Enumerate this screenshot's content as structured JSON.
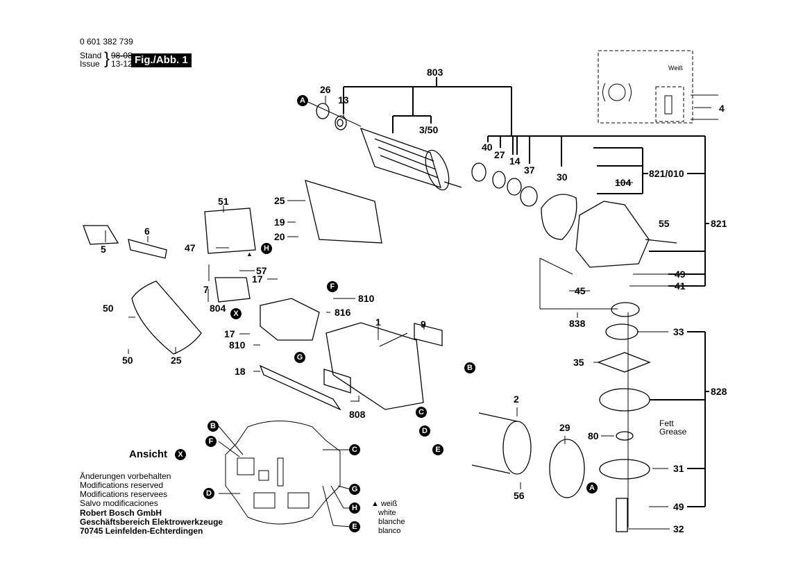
{
  "header": {
    "part_number": "0 601 382 739",
    "stand_label": "Stand",
    "issue_label": "Issue",
    "stand_date": "98-08",
    "issue_date": "13-12-02",
    "figure_label": "Fig./Abb. 1"
  },
  "part_labels": {
    "p803": "803",
    "p26": "26",
    "p13": "13",
    "p3_50": "3/50",
    "p40": "40",
    "p27": "27",
    "p14": "14",
    "p37": "37",
    "p30": "30",
    "p821_010": "821/010",
    "p104": "104",
    "p821": "821",
    "p55": "55",
    "p49a": "49",
    "p41": "41",
    "p45": "45",
    "p838": "838",
    "p33": "33",
    "p35": "35",
    "p828": "828",
    "p80": "80",
    "p31": "31",
    "p49b": "49",
    "p32": "32",
    "p29": "29",
    "p2": "2",
    "p56": "56",
    "p4": "4",
    "p51": "51",
    "p25a": "25",
    "p19": "19",
    "p20": "20",
    "p5": "5",
    "p6": "6",
    "p47": "47",
    "p57": "57",
    "p7": "7",
    "p17a": "17",
    "p810a": "810",
    "p804": "804",
    "p816": "816",
    "p17b": "17",
    "p810b": "810",
    "p18": "18",
    "p9": "9",
    "p1": "1",
    "p808": "808",
    "p50a": "50",
    "p50b": "50",
    "p25b": "25"
  },
  "callouts": {
    "A": "A",
    "B": "B",
    "C": "C",
    "D": "D",
    "E": "E",
    "F": "F",
    "G": "G",
    "H": "H",
    "X": "X"
  },
  "wiring": {
    "wire_label": "Weiß"
  },
  "grease_note": {
    "de": "Fett",
    "en": "Grease"
  },
  "view": {
    "title": "Ansicht"
  },
  "wire_legend": {
    "marker": "▲",
    "de": "weiß",
    "en": "white",
    "fr": "blanche",
    "es": "blanco"
  },
  "notes": {
    "de": "Änderungen vorbehalten",
    "en": "Modifications reserved",
    "fr": "Modifications reservees",
    "es": "Salvo modificaciones",
    "company": "Robert Bosch GmbH",
    "division": "Geschäftsbereich Elektrowerkzeuge",
    "address": "70745 Leinfelden-Echterdingen"
  }
}
